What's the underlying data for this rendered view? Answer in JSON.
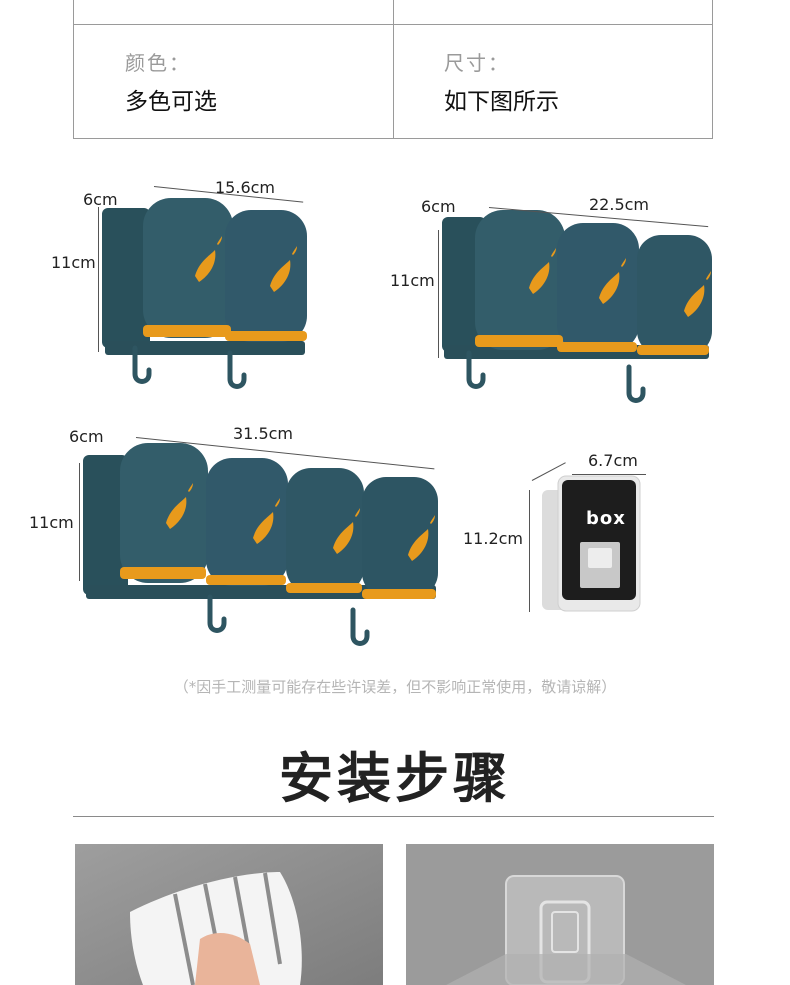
{
  "spec": {
    "color_label": "颜色：",
    "color_value": "多色可选",
    "size_label": "尺寸：",
    "size_value": "如下图所示"
  },
  "products": {
    "two_cup": {
      "depth": "6cm",
      "width": "15.6cm",
      "height": "11cm"
    },
    "three_cup": {
      "depth": "6cm",
      "width": "22.5cm",
      "height": "11cm"
    },
    "four_cup": {
      "depth": "6cm",
      "width": "31.5cm",
      "height": "11cm"
    },
    "dispenser": {
      "width": "6.7cm",
      "height": "11.2cm",
      "brand": "box"
    }
  },
  "note": "（*因手工测量可能存在些许误差，但不影响正常使用，敬请谅解）",
  "section_title": "安装步骤",
  "colors": {
    "product": "#2e5561",
    "accent": "#e89a1c"
  }
}
